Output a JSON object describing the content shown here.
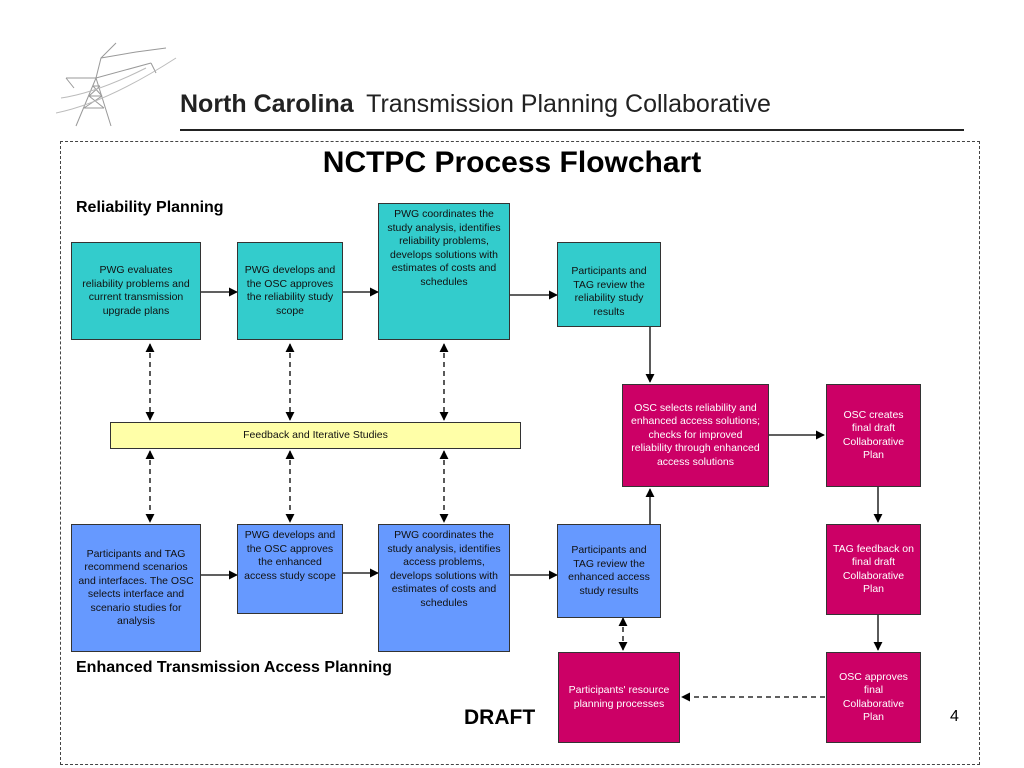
{
  "header": {
    "brand_bold": "North Carolina",
    "brand_rest": "Transmission Planning Collaborative",
    "logo_icon": "transmission-tower-icon"
  },
  "title": "NCTPC Process Flowchart",
  "sections": {
    "reliability": "Reliability Planning",
    "access": "Enhanced Transmission Access Planning"
  },
  "reliability_boxes": [
    "PWG evaluates reliability problems and current transmission upgrade plans",
    "PWG develops and the  OSC approves the reliability study scope",
    "PWG coordinates the study analysis, identifies reliability problems, develops solutions with estimates of costs and schedules",
    "Participants and TAG review the reliability study results"
  ],
  "feedback": "Feedback and Iterative Studies",
  "access_boxes": [
    "Participants and TAG recommend scenarios and interfaces.   The OSC selects interface and scenario studies for analysis",
    "PWG develops and the OSC approves the enhanced access study scope",
    "PWG coordinates the study analysis, identifies access problems, develops solutions with estimates of costs and schedules",
    "Participants and TAG review the enhanced access study results"
  ],
  "final_boxes": {
    "osc_selects": "OSC selects reliability and enhanced access solutions; checks for improved reliability through enhanced access solutions",
    "osc_creates": "OSC creates final draft Collaborative Plan",
    "tag_feedback": "TAG feedback on final draft Collaborative Plan",
    "osc_approves": "OSC approves final Collaborative Plan",
    "participants_resource": "Participants' resource planning processes"
  },
  "footer": {
    "draft": "DRAFT",
    "page_number": "4"
  },
  "colors": {
    "teal": "#33cccc",
    "blue": "#6699ff",
    "magenta": "#cc0066",
    "yellow": "#ffffa8"
  }
}
